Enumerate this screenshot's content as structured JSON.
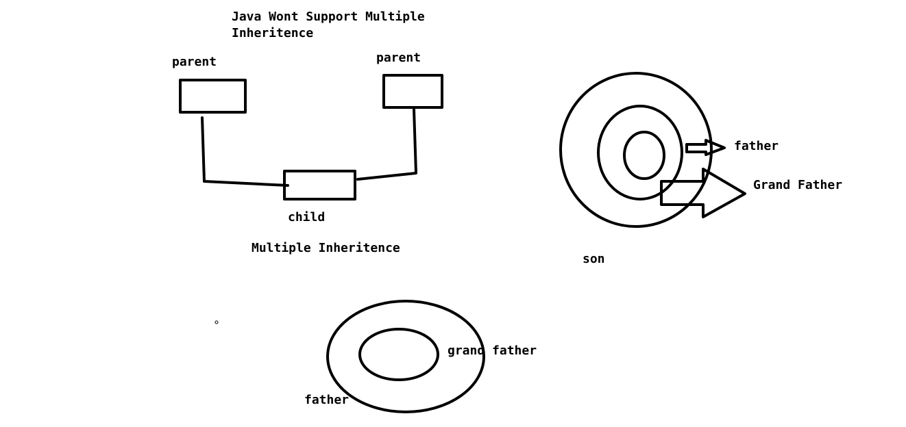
{
  "title": {
    "line1": "Java Wont Support Multiple",
    "line2": "Inheritence"
  },
  "multiple_inheritance": {
    "parent_left": "parent",
    "parent_right": "parent",
    "child": "child",
    "caption": "Multiple Inheritence"
  },
  "nested_circles": {
    "father": "father",
    "grand_father": "Grand Father",
    "son": "son"
  },
  "bottom_ellipses": {
    "grand_father": "grand father",
    "father": "father"
  }
}
